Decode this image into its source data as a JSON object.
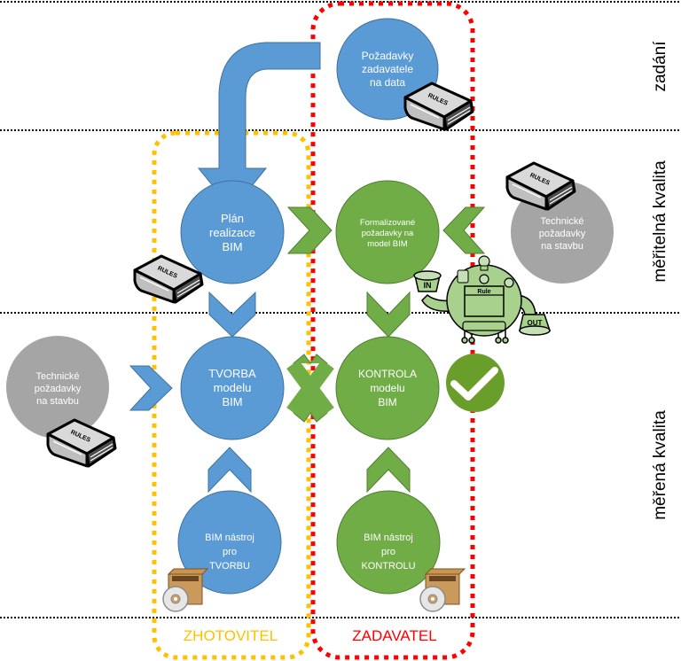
{
  "colors": {
    "blue": "#5b9bd5",
    "blue_border": "#41719c",
    "green": "#70ad47",
    "green_border": "#507e32",
    "gray": "#a5a5a5",
    "check_green": "#6a9e2b",
    "zhotovitel": "#ffc000",
    "zadavatel": "#ff0000",
    "separator": "#000000"
  },
  "bands": [
    {
      "id": "zadani",
      "label": "zadání"
    },
    {
      "id": "meritelna",
      "label": "měřitelná kvalita"
    },
    {
      "id": "merena",
      "label": "měřená kvalita"
    }
  ],
  "parties": {
    "zhotovitel": "ZHOTOVITEL",
    "zadavatel": "ZADAVATEL"
  },
  "nodes": {
    "pozadavky_zadavatele": {
      "lines": [
        "Požadavky",
        "zadavatele",
        "na data"
      ],
      "color": "blue"
    },
    "plan_realizace": {
      "lines": [
        "Plán",
        "realizace",
        "BIM"
      ],
      "color": "blue"
    },
    "formalizovane": {
      "lines": [
        "Formalizované",
        "požadavky na",
        "model BIM"
      ],
      "color": "green"
    },
    "technicke_right": {
      "lines": [
        "Technické",
        "požadavky",
        "na stavbu"
      ],
      "color": "gray"
    },
    "technicke_left": {
      "lines": [
        "Technické",
        "požadavky",
        "na stavbu"
      ],
      "color": "gray"
    },
    "tvorba": {
      "lines": [
        "TVORBA",
        "modelu",
        "BIM"
      ],
      "color": "blue"
    },
    "kontrola": {
      "lines": [
        "KONTROLA",
        "modelu",
        "BIM"
      ],
      "color": "green"
    },
    "nastroj_tvorba": {
      "lines": [
        "BIM nástroj",
        "pro",
        "TVORBU"
      ],
      "color": "blue"
    },
    "nastroj_kontrola": {
      "lines": [
        "BIM nástroj",
        "pro",
        "KONTROLU"
      ],
      "color": "green"
    }
  },
  "icons": {
    "rules_book_label": "RULES",
    "rule_machine": {
      "in_label": "IN",
      "out_label": "OUT",
      "panel_label": "Rule"
    }
  }
}
